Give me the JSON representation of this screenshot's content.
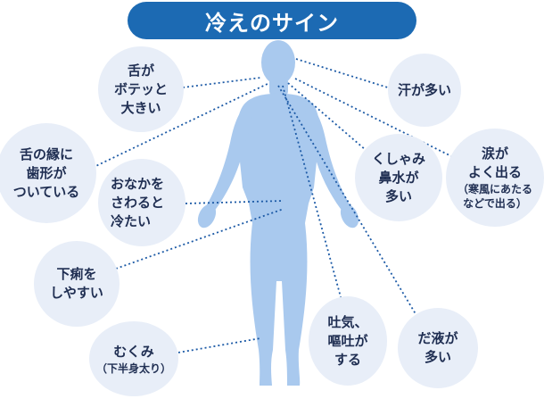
{
  "title": "冷えのサイン",
  "colors": {
    "banner": "#1c6ab3",
    "bubble": "#e8eef8",
    "body": "#a9c9ee",
    "text": "#1f2e52",
    "leader": "#1c5aa6"
  },
  "signs": {
    "tongue_swollen": {
      "lines": [
        "舌が",
        "ボテッと",
        "大きい"
      ]
    },
    "tongue_edge": {
      "lines": [
        "舌の縁に",
        "歯形が",
        "ついている"
      ]
    },
    "stomach_cold": {
      "lines": [
        "おなかを",
        "さわると",
        "冷たい"
      ]
    },
    "diarrhea": {
      "lines": [
        "下痢を",
        "しやすい"
      ]
    },
    "swelling": {
      "lines": [
        "むくみ"
      ],
      "note": "（下半身太り）"
    },
    "sweat": {
      "lines": [
        "汗が多い"
      ]
    },
    "sneeze": {
      "lines": [
        "くしゃみ",
        "鼻水が",
        "多い"
      ]
    },
    "tears": {
      "lines": [
        "涙が",
        "よく出る"
      ],
      "note_lines": [
        "（寒風にあたる",
        "などで出る）"
      ]
    },
    "nausea": {
      "lines": [
        "吐気、",
        "嘔吐が",
        "する"
      ]
    },
    "saliva": {
      "lines": [
        "だ液が",
        "多い"
      ]
    }
  }
}
